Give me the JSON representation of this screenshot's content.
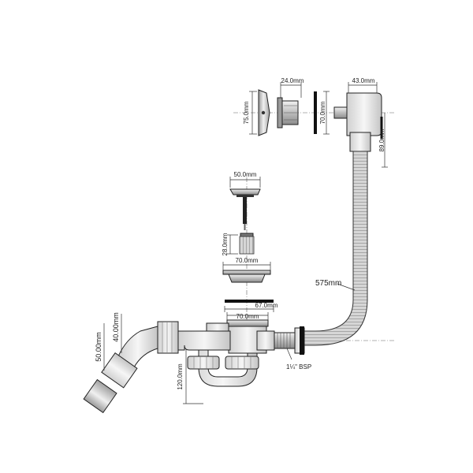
{
  "colors": {
    "line": "#222222",
    "metal_light": "#e2e2e2",
    "metal_mid": "#b5b5b5",
    "metal_dark": "#8a8a8a",
    "black": "#111111",
    "hose": "#cfcfcf"
  },
  "labels": {
    "overflow_cover_width": "24.0mm",
    "overflow_cover_height": "75.0mm",
    "overflow_body_width": "43.0mm",
    "overflow_gasket_height": "70.0mm",
    "overflow_body_drop": "89.0mm",
    "plug_width": "50.0mm",
    "strainer_height": "28.0mm",
    "waste_flange_width": "70.0mm",
    "gasket_width": "67.0mm",
    "waste_body_width": "70.0mm",
    "trap_height": "120.0mm",
    "outlet_outer": "50.00mm",
    "outlet_inner": "40.00mm",
    "hose_length": "575mm",
    "thread_size": "1¼\" BSP"
  }
}
